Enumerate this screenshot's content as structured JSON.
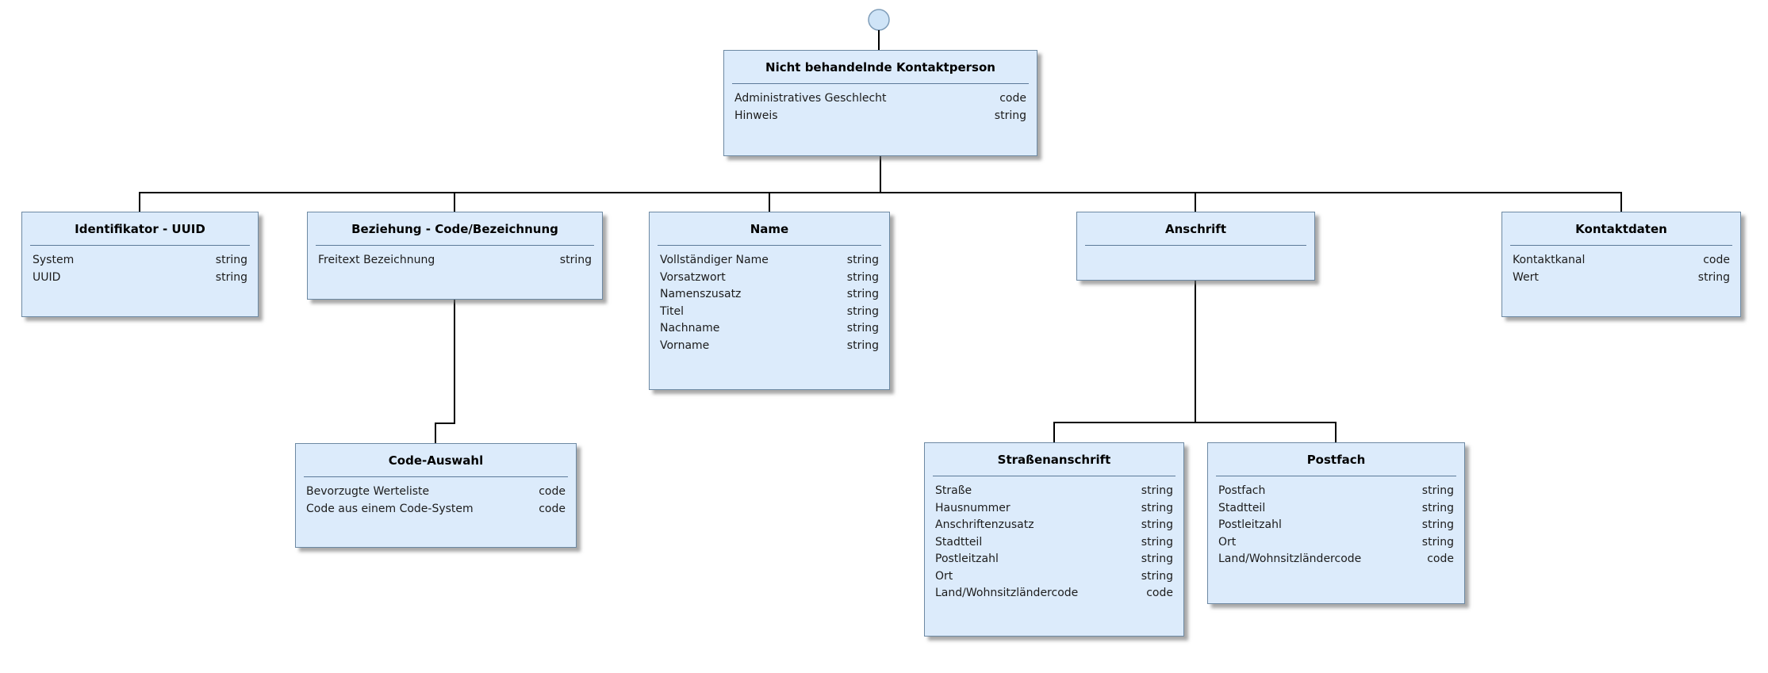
{
  "colors": {
    "box_fill": "#dcebfb",
    "box_border": "#6d89a3",
    "separator": "#5c7a99",
    "connector": "#000000",
    "circle_fill": "#cfe4f7",
    "circle_border": "#7f9db9",
    "title_text": "#000000",
    "attr_text": "#1c1c1c",
    "background": "#ffffff"
  },
  "entities": [
    {
      "id": "root",
      "title": "Nicht behandelnde Kontaktperson",
      "attributes": [
        {
          "name": "Administratives Geschlecht",
          "type": "code"
        },
        {
          "name": "Hinweis",
          "type": "string"
        }
      ]
    },
    {
      "id": "identifikator",
      "title": "Identifikator - UUID",
      "attributes": [
        {
          "name": "System",
          "type": "string"
        },
        {
          "name": "UUID",
          "type": "string"
        }
      ]
    },
    {
      "id": "beziehung",
      "title": "Beziehung - Code/Bezeichnung",
      "attributes": [
        {
          "name": "Freitext Bezeichnung",
          "type": "string"
        }
      ]
    },
    {
      "id": "name",
      "title": "Name",
      "attributes": [
        {
          "name": "Vollständiger Name",
          "type": "string"
        },
        {
          "name": "Vorsatzwort",
          "type": "string"
        },
        {
          "name": "Namenszusatz",
          "type": "string"
        },
        {
          "name": "Titel",
          "type": "string"
        },
        {
          "name": "Nachname",
          "type": "string"
        },
        {
          "name": "Vorname",
          "type": "string"
        }
      ]
    },
    {
      "id": "anschrift",
      "title": "Anschrift",
      "attributes": []
    },
    {
      "id": "kontaktdaten",
      "title": "Kontaktdaten",
      "attributes": [
        {
          "name": "Kontaktkanal",
          "type": "code"
        },
        {
          "name": "Wert",
          "type": "string"
        }
      ]
    },
    {
      "id": "code_auswahl",
      "title": "Code-Auswahl",
      "attributes": [
        {
          "name": "Bevorzugte Werteliste",
          "type": "code"
        },
        {
          "name": "Code aus einem Code-System",
          "type": "code"
        }
      ]
    },
    {
      "id": "strassenanschrift",
      "title": "Straßenanschrift",
      "attributes": [
        {
          "name": "Straße",
          "type": "string"
        },
        {
          "name": "Hausnummer",
          "type": "string"
        },
        {
          "name": "Anschriftenzusatz",
          "type": "string"
        },
        {
          "name": "Stadtteil",
          "type": "string"
        },
        {
          "name": "Postleitzahl",
          "type": "string"
        },
        {
          "name": "Ort",
          "type": "string"
        },
        {
          "name": "Land/Wohnsitzländercode",
          "type": "code"
        }
      ]
    },
    {
      "id": "postfach",
      "title": "Postfach",
      "attributes": [
        {
          "name": "Postfach",
          "type": "string"
        },
        {
          "name": "Stadtteil",
          "type": "string"
        },
        {
          "name": "Postleitzahl",
          "type": "string"
        },
        {
          "name": "Ort",
          "type": "string"
        },
        {
          "name": "Land/Wohnsitzländercode",
          "type": "code"
        }
      ]
    }
  ]
}
